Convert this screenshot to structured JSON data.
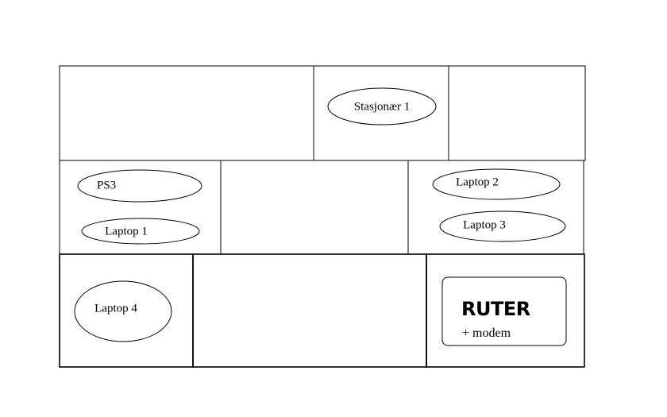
{
  "devices": {
    "stasjonaer1": "Stasjonær 1",
    "ps3": "PS3",
    "laptop1": "Laptop 1",
    "laptop2": "Laptop 2",
    "laptop3": "Laptop 3",
    "laptop4": "Laptop 4"
  },
  "router": {
    "title": "RUTER",
    "subtitle": "+ modem"
  },
  "colors": {
    "stroke": "#000000",
    "background": "#ffffff"
  }
}
